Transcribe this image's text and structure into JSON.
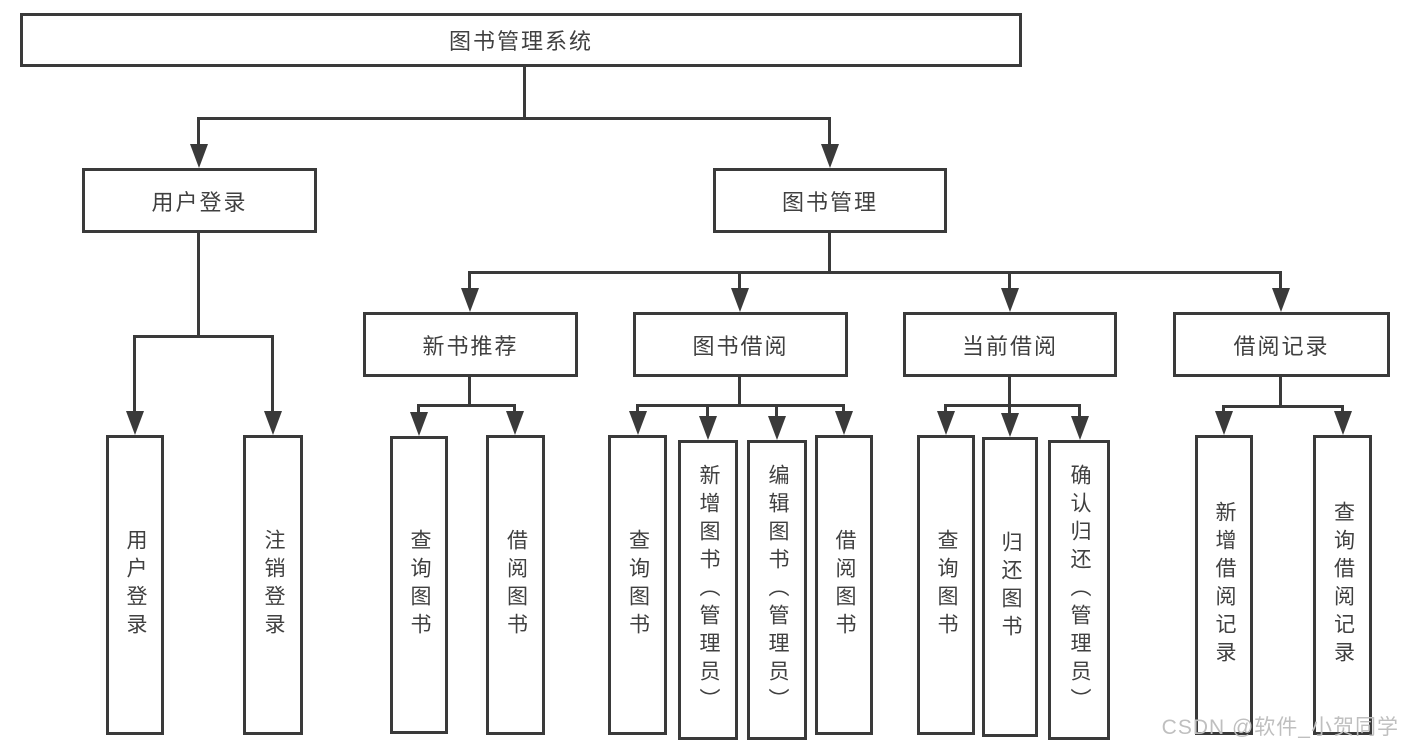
{
  "diagram": {
    "title": "图书管理系统",
    "type": "hierarchy-tree"
  },
  "nodes": {
    "root": "图书管理系统",
    "user_login": "用户登录",
    "book_mgmt": "图书管理",
    "new_book_rec": "新书推荐",
    "book_borrow": "图书借阅",
    "current_borrow": "当前借阅",
    "borrow_record": "借阅记录",
    "leaf_user_login": "用户登录",
    "leaf_logout": "注销登录",
    "leaf_nbr_query": "查询图书",
    "leaf_nbr_borrow": "借阅图书",
    "leaf_bb_query": "查询图书",
    "leaf_bb_add": "新增图书（管理员）",
    "leaf_bb_edit": "编辑图书（管理员）",
    "leaf_bb_borrow": "借阅图书",
    "leaf_cb_query": "查询图书",
    "leaf_cb_return": "归还图书",
    "leaf_cb_confirm": "确认归还（管理员）",
    "leaf_br_add": "新增借阅记录",
    "leaf_br_query": "查询借阅记录"
  },
  "watermark": {
    "text": "CSDN @软件_小贺同学",
    "color": "#bfbfbf"
  },
  "colors": {
    "line": "#3a3a3a",
    "background": "#ffffff",
    "text": "#404040"
  }
}
